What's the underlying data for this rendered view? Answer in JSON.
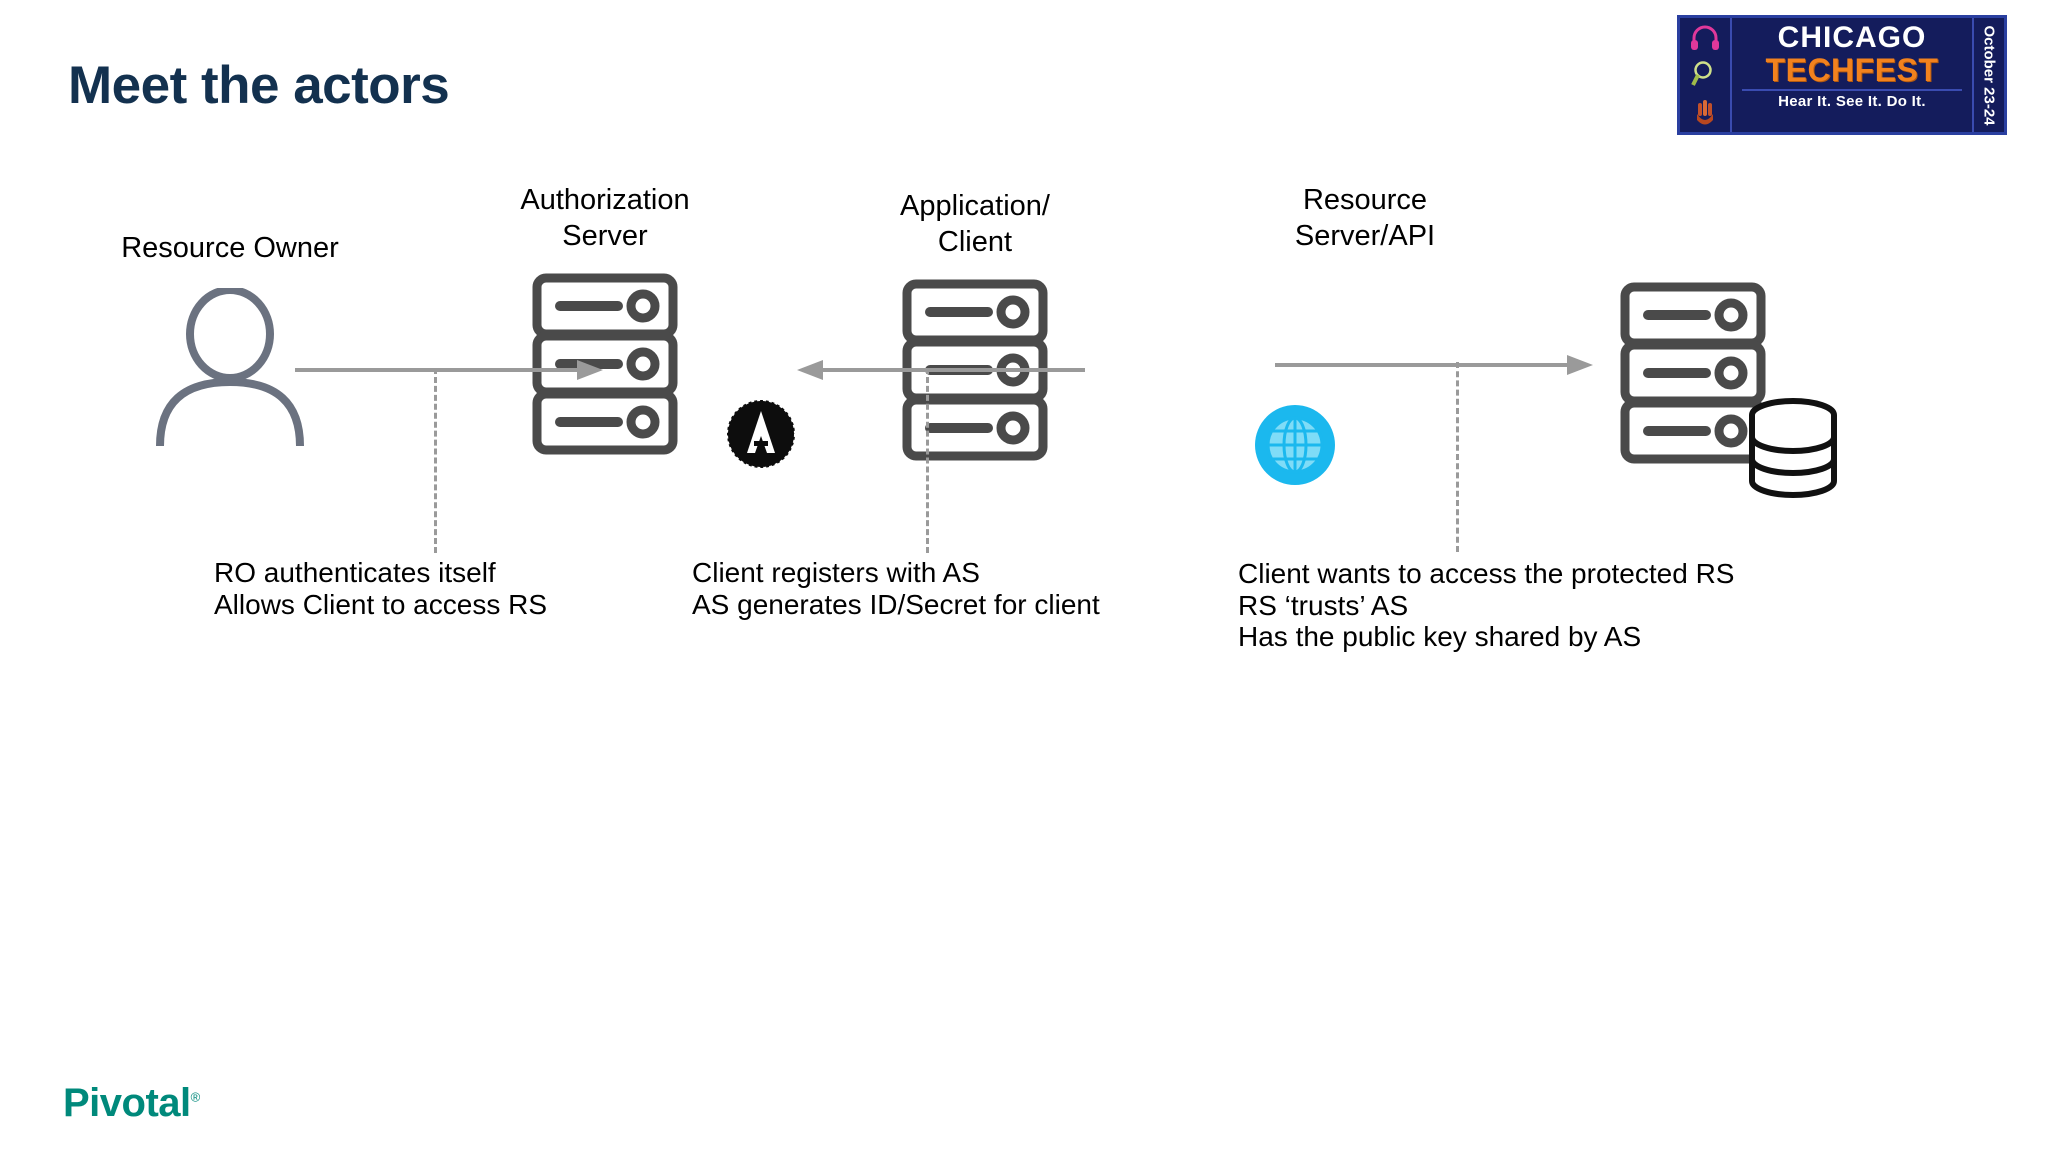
{
  "slide": {
    "title": "Meet the actors",
    "title_color": "#13314f",
    "background": "#ffffff"
  },
  "event_logo": {
    "name": "chicago-techfest-logo",
    "line1": "CHICAGO",
    "line2": "TECHFEST",
    "tagline": "Hear It.  See It.  Do It.",
    "date": "October 23-24",
    "bg_color": "#141c5c",
    "line1_color": "#ffffff",
    "line2_color": "#f2821e",
    "icons": [
      "headphones-icon",
      "magnifier-icon",
      "hand-icon"
    ]
  },
  "diagram": {
    "actors": [
      {
        "id": "resource-owner",
        "label": "Resource Owner",
        "icon": "person-icon",
        "icon_color": "#6b7280"
      },
      {
        "id": "authorization-server",
        "label": "Authorization\nServer",
        "icon": "server-icon",
        "badge_icon": "security-badge-icon",
        "icon_color": "#4a4a4a"
      },
      {
        "id": "application-client",
        "label": "Application/\nClient",
        "icon": "server-icon",
        "badge_icon": "globe-icon",
        "badge_color": "#12b0e8",
        "icon_color": "#4a4a4a"
      },
      {
        "id": "resource-server-api",
        "label": "Resource\nServer/API",
        "icon": "server-icon",
        "badge_icon": "database-icon",
        "icon_color": "#4a4a4a"
      }
    ],
    "connectors": [
      {
        "id": "ro-to-as",
        "direction": "right",
        "color": "#9a9a9a"
      },
      {
        "id": "client-to-as",
        "direction": "left",
        "color": "#9a9a9a"
      },
      {
        "id": "client-to-rs",
        "direction": "right",
        "color": "#9a9a9a"
      }
    ],
    "captions": [
      {
        "id": "caption-resource-owner",
        "text": "RO authenticates itself\nAllows Client to access RS"
      },
      {
        "id": "caption-authorization-server",
        "text": "Client registers with AS\nAS generates ID/Secret for client"
      },
      {
        "id": "caption-client",
        "text": "Client wants to access the protected RS\nRS ‘trusts’ AS\nHas the public key shared by AS"
      }
    ]
  },
  "footer": {
    "brand": "Pivotal",
    "brand_mark": "®",
    "brand_color": "#00897b"
  }
}
